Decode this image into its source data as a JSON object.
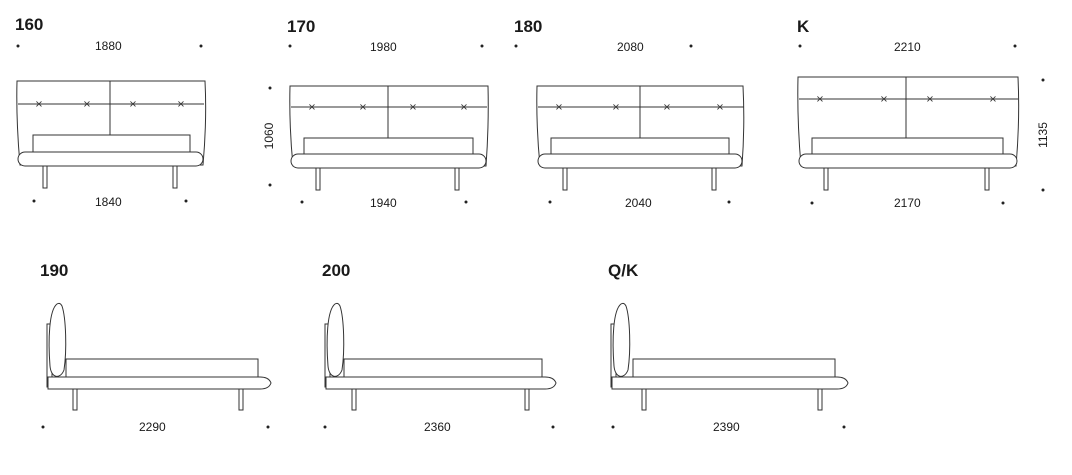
{
  "front_views": [
    {
      "size": "160",
      "top_width": "1880",
      "bottom_width": "1840"
    },
    {
      "size": "170",
      "top_width": "1980",
      "bottom_width": "1940",
      "height": "1060"
    },
    {
      "size": "180",
      "top_width": "2080",
      "bottom_width": "2040"
    },
    {
      "size": "K",
      "top_width": "2210",
      "bottom_width": "2170",
      "height": "1135"
    }
  ],
  "side_views": [
    {
      "size": "190",
      "length": "2290"
    },
    {
      "size": "200",
      "length": "2360"
    },
    {
      "size": "Q/K",
      "length": "2390"
    }
  ]
}
